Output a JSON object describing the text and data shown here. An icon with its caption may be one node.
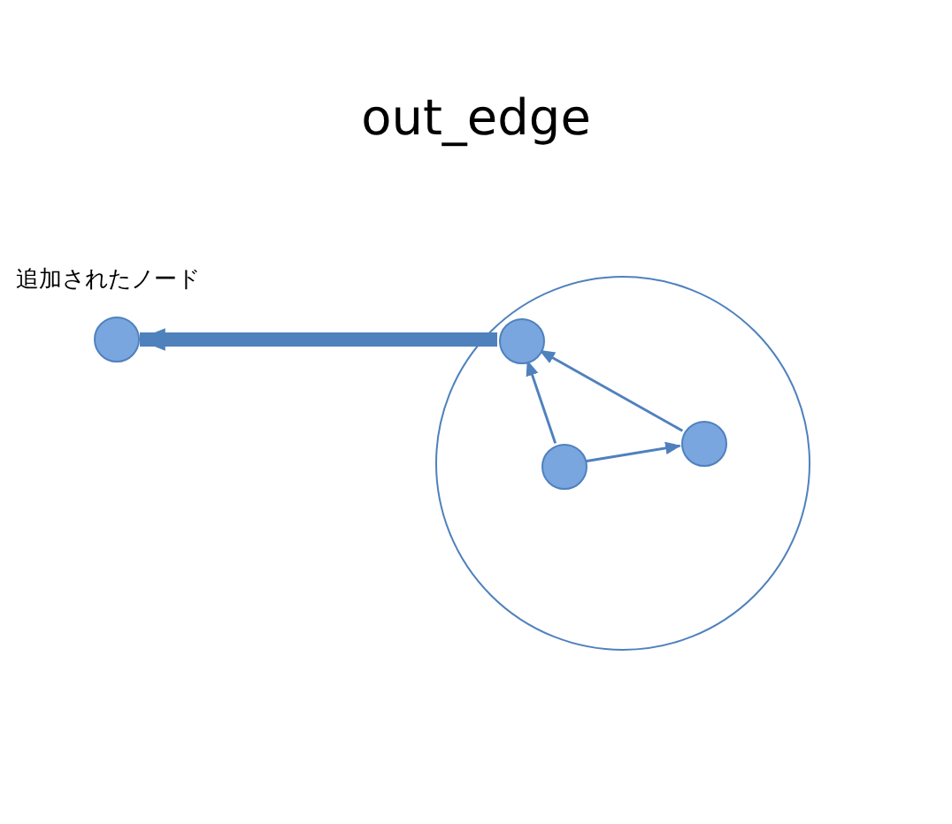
{
  "diagram": {
    "title": "out_edge",
    "nodes": [
      {
        "text": [],
        "shape": "circle"
      },
      {
        "text": [],
        "shape": "circle",
        "beside": [
          "追加されたノード"
        ]
      },
      {
        "text": [],
        "shape": "circle",
        "in": 0
      },
      {
        "text": [],
        "shape": "circle",
        "in": 0
      },
      {
        "text": [],
        "shape": "circle",
        "in": 0
      }
    ],
    "edges": [
      {
        "from": 2,
        "to": 1,
        "arrow": "to",
        "style": "thick"
      },
      {
        "from": 3,
        "to": 2,
        "arrow": "to"
      },
      {
        "from": 3,
        "to": 4,
        "arrow": "to"
      },
      {
        "from": 4,
        "to": 2,
        "arrow": "to"
      }
    ]
  }
}
